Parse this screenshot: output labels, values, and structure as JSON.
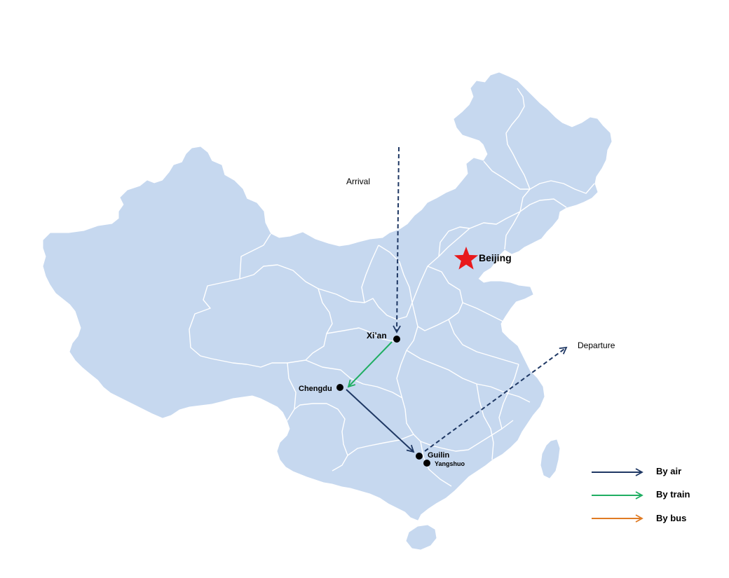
{
  "map": {
    "cities": [
      {
        "id": "beijing",
        "label": "Beijing",
        "marker": "star"
      },
      {
        "id": "xian",
        "label": "Xi’an",
        "marker": "dot"
      },
      {
        "id": "chengdu",
        "label": "Chengdu",
        "marker": "dot"
      },
      {
        "id": "guilin",
        "label": "Guilin",
        "marker": "dot"
      },
      {
        "id": "yangshuo",
        "label": "Yangshuo",
        "marker": "dot"
      }
    ],
    "annotations": {
      "arrival": "Arrival",
      "departure": "Departure"
    },
    "routes": [
      {
        "from": "Arrival",
        "to": "Xi’an",
        "mode": "By air",
        "style": "dashed"
      },
      {
        "from": "Xi’an",
        "to": "Chengdu",
        "mode": "By train",
        "style": "solid"
      },
      {
        "from": "Chengdu",
        "to": "Guilin",
        "mode": "By air",
        "style": "solid"
      },
      {
        "from": "Guilin",
        "to": "Departure",
        "mode": "By air",
        "style": "dashed"
      }
    ]
  },
  "legend": {
    "items": [
      {
        "label": "By air",
        "color": "#1f3864"
      },
      {
        "label": "By train",
        "color": "#1fae62"
      },
      {
        "label": "By bus",
        "color": "#e07b24"
      }
    ]
  },
  "colors": {
    "land": "#c6d8ef",
    "border": "#ffffff",
    "star": "#e8191c",
    "dot": "#000000"
  }
}
